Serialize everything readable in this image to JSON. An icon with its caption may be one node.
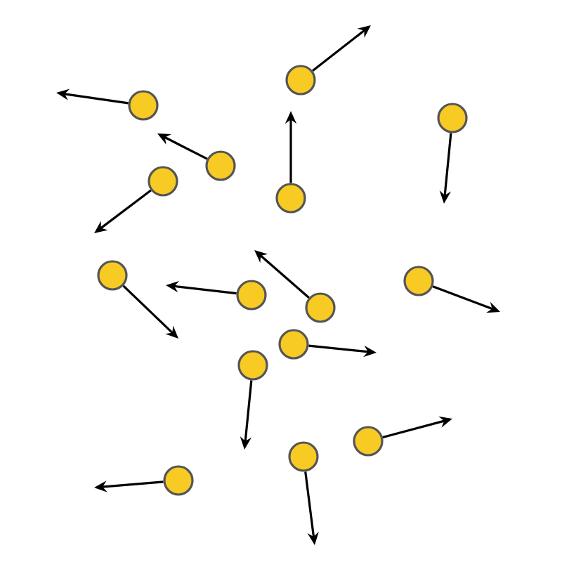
{
  "diagram": {
    "nodes": [
      {
        "text": [],
        "shape": "circle"
      },
      {
        "text": [],
        "shape": "circle"
      },
      {
        "text": [],
        "shape": "circle"
      },
      {
        "text": [],
        "shape": "circle"
      },
      {
        "text": [],
        "shape": "circle"
      },
      {
        "text": [],
        "shape": "circle"
      },
      {
        "text": [],
        "shape": "circle"
      },
      {
        "text": [],
        "shape": "circle"
      },
      {
        "text": [],
        "shape": "circle"
      },
      {
        "text": [],
        "shape": "circle"
      },
      {
        "text": [],
        "shape": "circle"
      },
      {
        "text": [],
        "shape": "circle"
      },
      {
        "text": [],
        "shape": "circle"
      },
      {
        "text": [],
        "shape": "circle"
      },
      {
        "text": [],
        "shape": "circle"
      }
    ],
    "edges": [
      {
        "from": 0,
        "to": null,
        "arrow": "to"
      },
      {
        "from": 1,
        "to": null,
        "arrow": "to"
      },
      {
        "from": 2,
        "to": null,
        "arrow": "to"
      },
      {
        "from": 3,
        "to": null,
        "arrow": "to"
      },
      {
        "from": 4,
        "to": null,
        "arrow": "to"
      },
      {
        "from": 5,
        "to": null,
        "arrow": "to"
      },
      {
        "from": 6,
        "to": null,
        "arrow": "to"
      },
      {
        "from": 7,
        "to": null,
        "arrow": "to"
      },
      {
        "from": 8,
        "to": null,
        "arrow": "to"
      },
      {
        "from": 9,
        "to": null,
        "arrow": "to"
      },
      {
        "from": 10,
        "to": null,
        "arrow": "to"
      },
      {
        "from": 11,
        "to": null,
        "arrow": "to"
      },
      {
        "from": 12,
        "to": null,
        "arrow": "to"
      },
      {
        "from": 13,
        "to": null,
        "arrow": "to"
      },
      {
        "from": 14,
        "to": null,
        "arrow": "to"
      }
    ]
  }
}
